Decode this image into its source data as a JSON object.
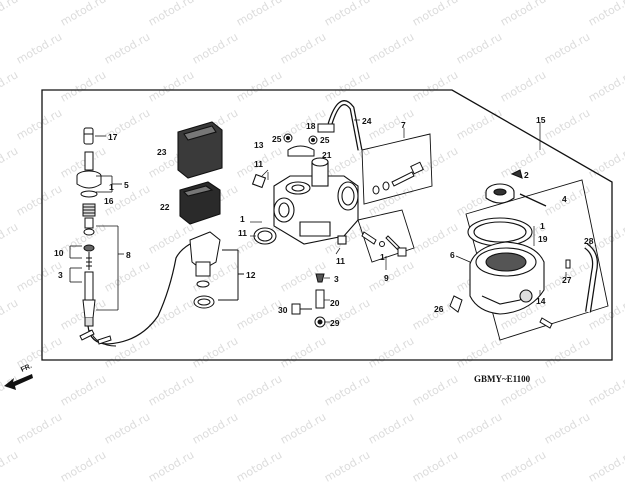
{
  "watermark": "motod.ru",
  "diagram_code": "GBMY~E1100",
  "direction_label": "FR.",
  "parts": {
    "p1a": "1",
    "p1b": "1",
    "p1c": "1",
    "p1d": "1",
    "p2": "2",
    "p3a": "3",
    "p3b": "3",
    "p4": "4",
    "p5": "5",
    "p6": "6",
    "p7": "7",
    "p8": "8",
    "p9": "9",
    "p10": "10",
    "p11a": "11",
    "p11b": "11",
    "p11c": "11",
    "p12": "12",
    "p13": "13",
    "p14": "14",
    "p15": "15",
    "p16": "16",
    "p17": "17",
    "p18": "18",
    "p19": "19",
    "p20": "20",
    "p21": "21",
    "p22": "22",
    "p23": "23",
    "p24": "24",
    "p25a": "25",
    "p25b": "25",
    "p26": "26",
    "p27": "27",
    "p28": "28",
    "p29": "29",
    "p30": "30"
  }
}
